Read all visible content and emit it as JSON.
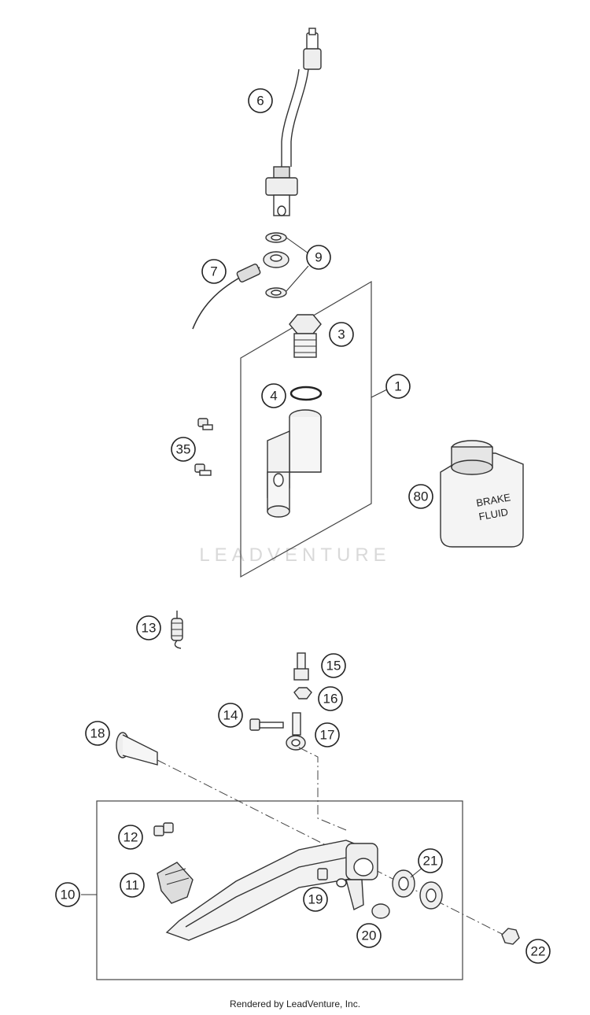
{
  "diagram": {
    "watermark": "LEADVENTURE",
    "footer": "Rendered by LeadVenture, Inc.",
    "fluid_label_line1": "BRAKE",
    "fluid_label_line2": "FLUID",
    "callouts": [
      {
        "id": "c6",
        "label": "6"
      },
      {
        "id": "c9",
        "label": "9"
      },
      {
        "id": "c7",
        "label": "7"
      },
      {
        "id": "c3",
        "label": "3"
      },
      {
        "id": "c4",
        "label": "4"
      },
      {
        "id": "c1",
        "label": "1"
      },
      {
        "id": "c35",
        "label": "35"
      },
      {
        "id": "c80",
        "label": "80"
      },
      {
        "id": "c13",
        "label": "13"
      },
      {
        "id": "c15",
        "label": "15"
      },
      {
        "id": "c16",
        "label": "16"
      },
      {
        "id": "c14",
        "label": "14"
      },
      {
        "id": "c17",
        "label": "17"
      },
      {
        "id": "c18",
        "label": "18"
      },
      {
        "id": "c12",
        "label": "12"
      },
      {
        "id": "c21",
        "label": "21"
      },
      {
        "id": "c11",
        "label": "11"
      },
      {
        "id": "c10",
        "label": "10"
      },
      {
        "id": "c19",
        "label": "19"
      },
      {
        "id": "c20",
        "label": "20"
      },
      {
        "id": "c22",
        "label": "22"
      }
    ]
  }
}
